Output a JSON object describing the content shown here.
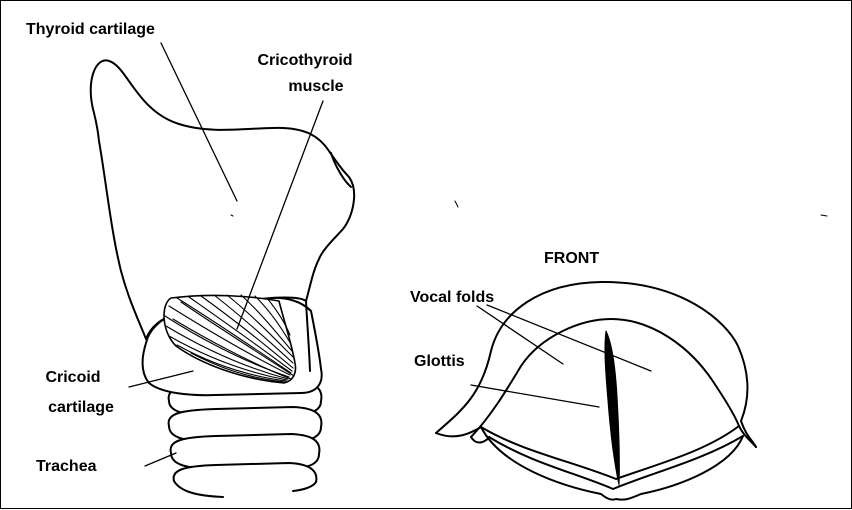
{
  "labels": {
    "thyroid_cartilage": "Thyroid cartilage",
    "cricothyroid_muscle_line1": "Cricothyroid",
    "cricothyroid_muscle_line2": "muscle",
    "cricoid_cartilage_line1": "Cricoid",
    "cricoid_cartilage_line2": "cartilage",
    "trachea": "Trachea",
    "front": "FRONT",
    "vocal_folds": "Vocal folds",
    "glottis": "Glottis"
  },
  "colors": {
    "ink": "#000000",
    "background": "#ffffff"
  }
}
